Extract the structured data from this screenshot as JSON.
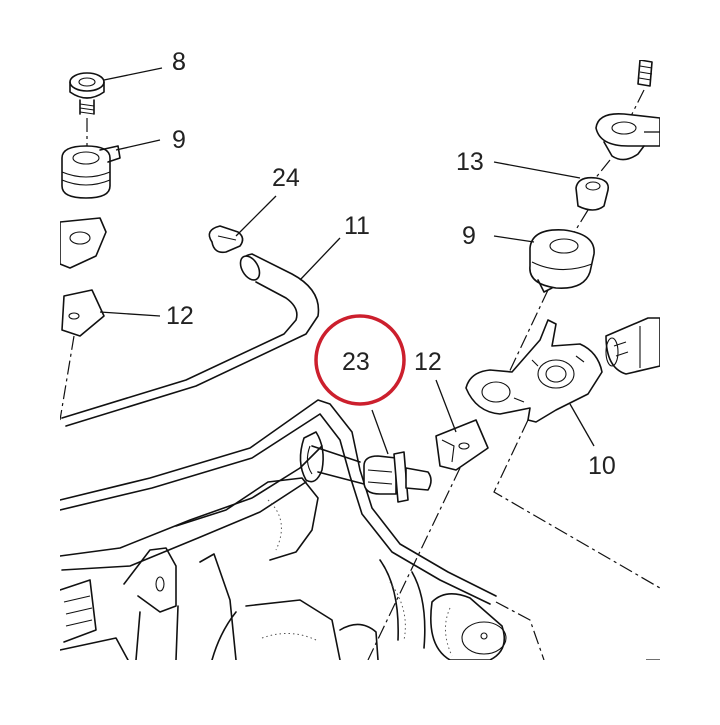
{
  "callouts": {
    "c8": "8",
    "c9_left": "9",
    "c24": "24",
    "c11": "11",
    "c12_left": "12",
    "c23": "23",
    "c12_right": "12",
    "c13": "13",
    "c9_right": "9",
    "c10": "10"
  },
  "highlight": {
    "callout": "23",
    "color": "#cc1f2d"
  },
  "colors": {
    "line": "#111111",
    "label": "#222222",
    "background": "#ffffff"
  }
}
